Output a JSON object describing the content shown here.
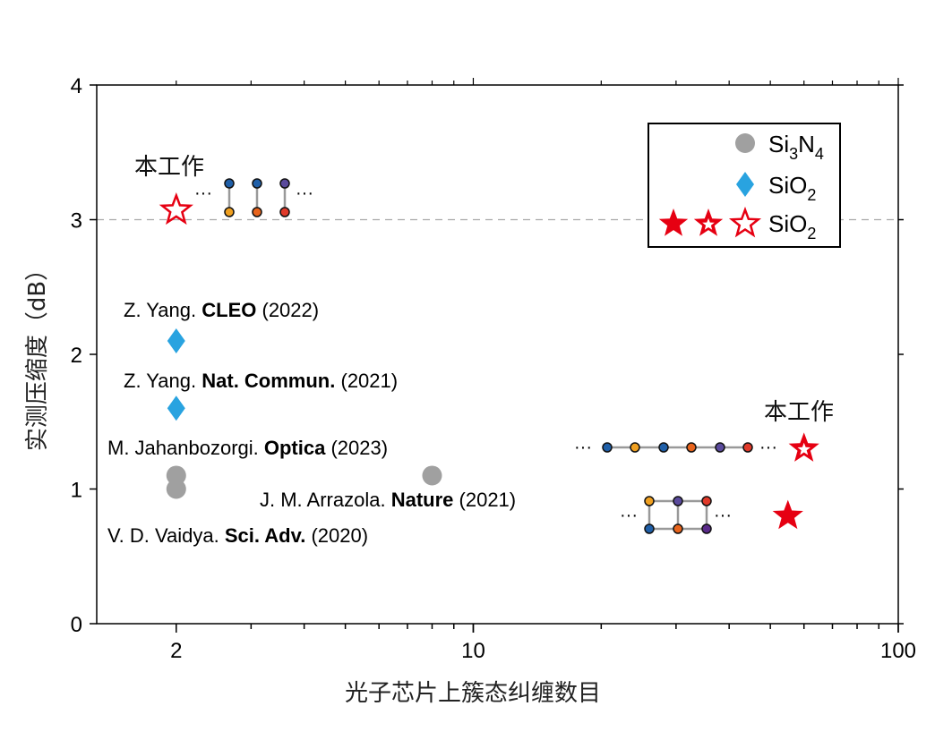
{
  "chart_data": {
    "type": "scatter",
    "title": "",
    "xlabel": "光子芯片上簇态纠缠数目",
    "ylabel": "实测压缩度（dB）",
    "xscale": "log",
    "xlim": [
      1.3,
      100
    ],
    "ylim": [
      0,
      4
    ],
    "xticks": [
      {
        "value": 2,
        "label": "2"
      },
      {
        "value": 10,
        "label": "10"
      },
      {
        "value": 100,
        "label": "100"
      }
    ],
    "yticks": [
      {
        "value": 0,
        "label": "0"
      },
      {
        "value": 1,
        "label": "1"
      },
      {
        "value": 2,
        "label": "2"
      },
      {
        "value": 3,
        "label": "3"
      },
      {
        "value": 4,
        "label": "4"
      }
    ],
    "reference_line": {
      "y": 3,
      "style": "dashed"
    },
    "series": [
      {
        "name": "Si3N4",
        "legend_main": "Si",
        "legend_sub1": "3",
        "legend_mid": "N",
        "legend_sub2": "4",
        "marker": "circle",
        "color": "#a0a0a0",
        "points": [
          {
            "x": 2,
            "y": 1.1
          },
          {
            "x": 2,
            "y": 1.0
          },
          {
            "x": 8,
            "y": 1.1
          }
        ]
      },
      {
        "name": "SiO2",
        "legend_main": "SiO",
        "legend_sub": "2",
        "marker": "diamond",
        "color": "#29a3e0",
        "points": [
          {
            "x": 2,
            "y": 2.1
          },
          {
            "x": 2,
            "y": 1.6
          }
        ]
      },
      {
        "name": "SiO2 (this work)",
        "legend_main": "SiO",
        "legend_sub": "2",
        "marker": "star",
        "color": "#e60012",
        "points": [
          {
            "x": 2,
            "y": 3.07,
            "style": "hollow"
          },
          {
            "x": 60,
            "y": 1.3,
            "style": "inner-hollow"
          },
          {
            "x": 55,
            "y": 0.8,
            "style": "filled"
          }
        ]
      }
    ],
    "annotations": [
      {
        "parts": [
          {
            "text": "本工作",
            "bold": false
          }
        ]
      },
      {
        "parts": [
          {
            "text": "Z. Yang. ",
            "bold": false
          },
          {
            "text": "CLEO",
            "bold": true
          },
          {
            "text": " (2022)",
            "bold": false
          }
        ]
      },
      {
        "parts": [
          {
            "text": "Z. Yang. ",
            "bold": false
          },
          {
            "text": "Nat. Commun.",
            "bold": true
          },
          {
            "text": " (2021)",
            "bold": false
          }
        ]
      },
      {
        "parts": [
          {
            "text": "M. Jahanbozorgi. ",
            "bold": false
          },
          {
            "text": "Optica",
            "bold": true
          },
          {
            "text": " (2023)",
            "bold": false
          }
        ]
      },
      {
        "parts": [
          {
            "text": "J. M. Arrazola. ",
            "bold": false
          },
          {
            "text": "Nature",
            "bold": true
          },
          {
            "text": " (2021)",
            "bold": false
          }
        ]
      },
      {
        "parts": [
          {
            "text": "V. D. Vaidya. ",
            "bold": false
          },
          {
            "text": "Sci. Adv.",
            "bold": true
          },
          {
            "text": " (2020)",
            "bold": false
          }
        ]
      },
      {
        "parts": [
          {
            "text": "本工作",
            "bold": false
          }
        ]
      }
    ],
    "ellipsis": "···",
    "node_colors": {
      "blue": "#1f5fa8",
      "orange": "#f0a020",
      "darkorange": "#e8641c",
      "purple": "#5a4a9c",
      "red": "#e03a2a",
      "violet": "#5a2a8a"
    }
  }
}
